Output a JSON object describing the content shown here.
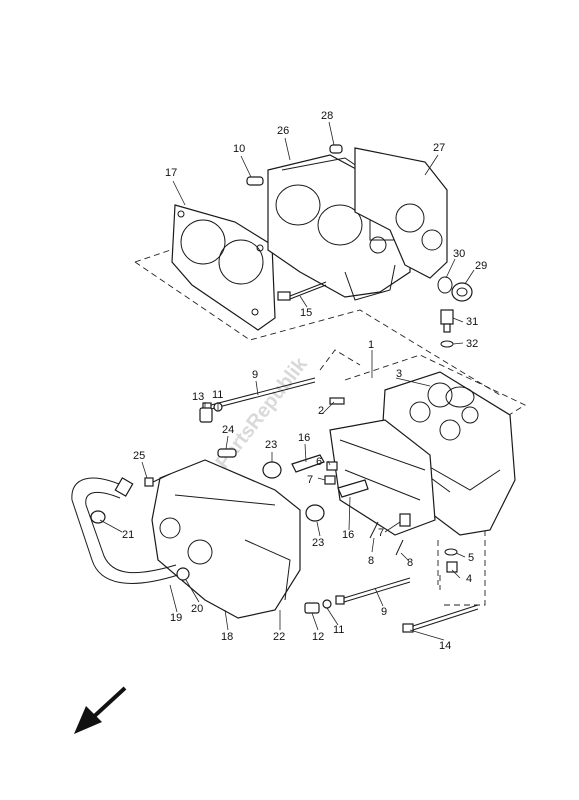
{
  "watermark": "PartsRepublik",
  "callouts": [
    "1",
    "2",
    "3",
    "4",
    "5",
    "6",
    "7",
    "7",
    "8",
    "8",
    "9",
    "9",
    "10",
    "11",
    "11",
    "12",
    "13",
    "14",
    "15",
    "16",
    "16",
    "17",
    "18",
    "19",
    "20",
    "21",
    "22",
    "23",
    "23",
    "24",
    "25",
    "26",
    "27",
    "28",
    "29",
    "30",
    "31",
    "32"
  ],
  "direction_arrow_icon": "front-direction-arrow-icon"
}
